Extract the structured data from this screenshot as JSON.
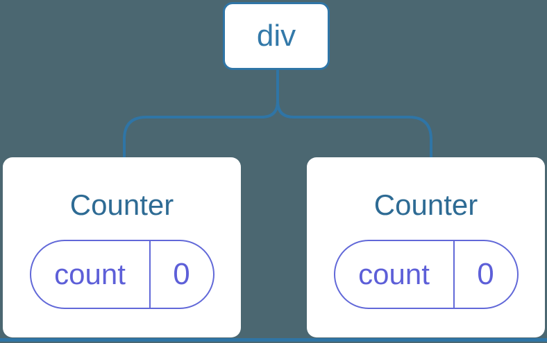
{
  "diagram": {
    "type": "component-tree",
    "root": {
      "label": "div"
    },
    "children": [
      {
        "title": "Counter",
        "state": {
          "key": "count",
          "value": "0"
        }
      },
      {
        "title": "Counter",
        "state": {
          "key": "count",
          "value": "0"
        }
      }
    ],
    "colors": {
      "background": "#4b6771",
      "connector_blue": "#2f75a6",
      "root_label_blue": "#3379a9",
      "component_title_blue": "#2e6b94",
      "state_border_purple": "#6168d8",
      "state_text_purple": "#5d5fd8",
      "node_background": "#ffffff"
    }
  }
}
